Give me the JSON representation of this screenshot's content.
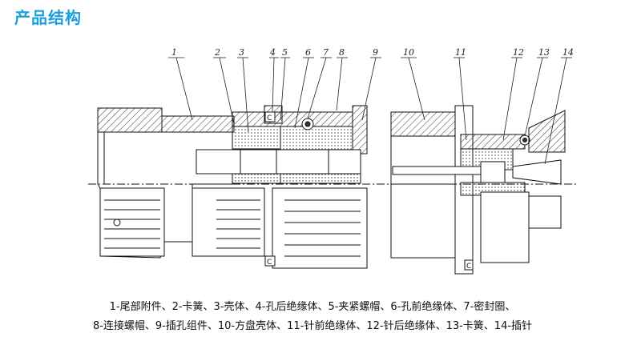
{
  "header": {
    "title": "产品结构"
  },
  "diagram": {
    "callouts": [
      "1",
      "2",
      "3",
      "4",
      "5",
      "6",
      "7",
      "8",
      "9",
      "10",
      "11",
      "12",
      "13",
      "14"
    ],
    "marks": {
      "c1": "C",
      "c2": "C",
      "c3": "C"
    }
  },
  "caption": {
    "line1": "1-尾部附件、2-卡簧、3-壳体、4-孔后绝缘体、5-夹紧螺帽、6-孔前绝缘体、7-密封圈、",
    "line2": "8-连接螺帽、9-插孔组件、10-方盘壳体、11-针前绝缘体、12-针后绝缘体、13-卡簧、14-插针"
  }
}
